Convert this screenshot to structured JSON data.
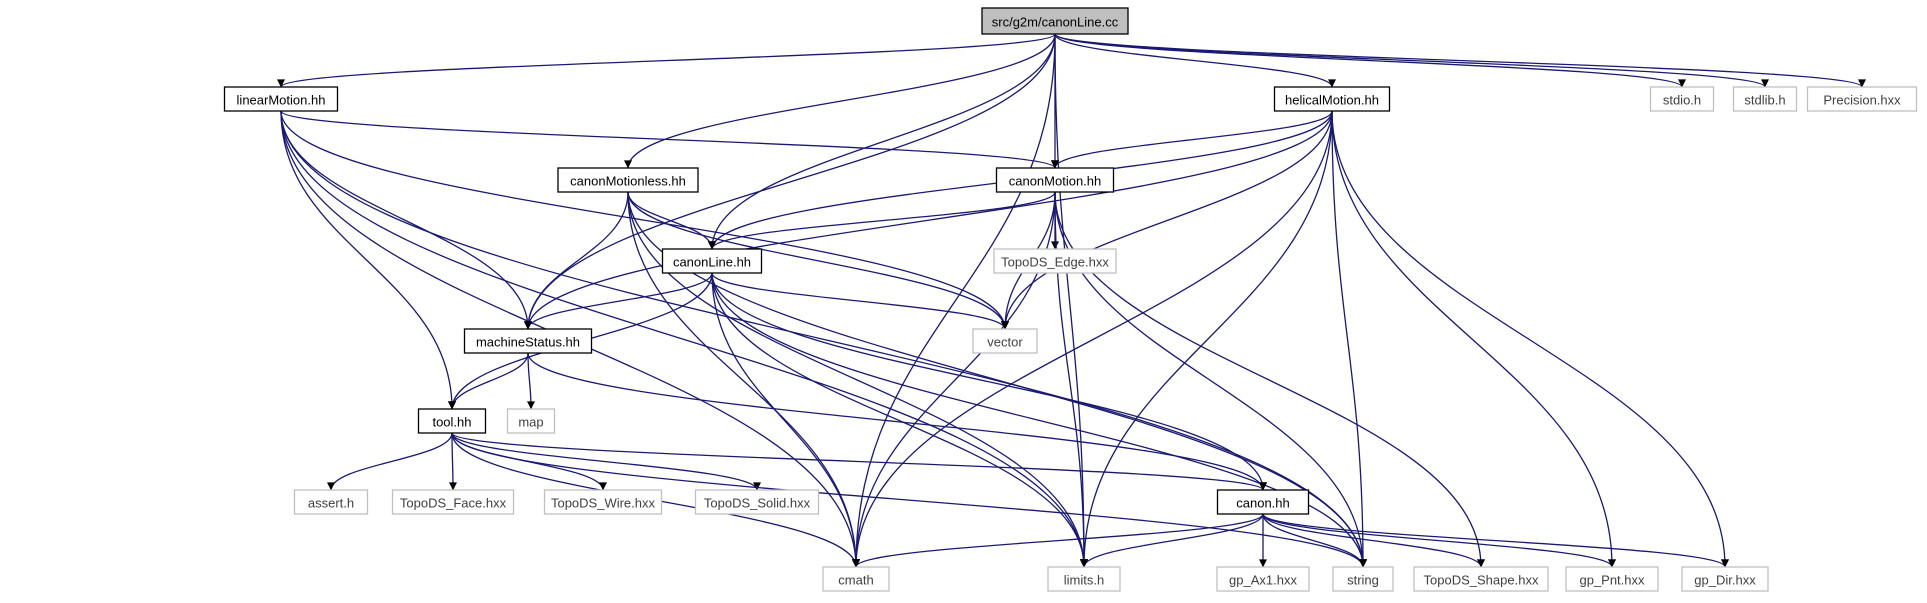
{
  "graph": {
    "colors": {
      "edge": "#191970",
      "root_fill": "#bfbfbf",
      "project_border": "#000000",
      "external_border": "#bfbfbf"
    },
    "nodes": [
      {
        "id": "root",
        "label": "src/g2m/canonLine.cc",
        "kind": "root"
      },
      {
        "id": "linearMotion",
        "label": "linearMotion.hh",
        "kind": "project"
      },
      {
        "id": "helicalMotion",
        "label": "helicalMotion.hh",
        "kind": "project"
      },
      {
        "id": "stdio",
        "label": "stdio.h",
        "kind": "external"
      },
      {
        "id": "stdlib",
        "label": "stdlib.h",
        "kind": "external"
      },
      {
        "id": "precision",
        "label": "Precision.hxx",
        "kind": "external"
      },
      {
        "id": "canonMotionless",
        "label": "canonMotionless.hh",
        "kind": "project"
      },
      {
        "id": "canonMotion",
        "label": "canonMotion.hh",
        "kind": "project"
      },
      {
        "id": "canonLine",
        "label": "canonLine.hh",
        "kind": "project"
      },
      {
        "id": "topoEdge",
        "label": "TopoDS_Edge.hxx",
        "kind": "external"
      },
      {
        "id": "machineStatus",
        "label": "machineStatus.hh",
        "kind": "project"
      },
      {
        "id": "vector",
        "label": "vector",
        "kind": "external"
      },
      {
        "id": "tool",
        "label": "tool.hh",
        "kind": "project"
      },
      {
        "id": "map",
        "label": "map",
        "kind": "external"
      },
      {
        "id": "assert",
        "label": "assert.h",
        "kind": "external"
      },
      {
        "id": "topoFace",
        "label": "TopoDS_Face.hxx",
        "kind": "external"
      },
      {
        "id": "topoWire",
        "label": "TopoDS_Wire.hxx",
        "kind": "external"
      },
      {
        "id": "topoSolid",
        "label": "TopoDS_Solid.hxx",
        "kind": "external"
      },
      {
        "id": "canon",
        "label": "canon.hh",
        "kind": "project"
      },
      {
        "id": "cmath",
        "label": "cmath",
        "kind": "external"
      },
      {
        "id": "limits",
        "label": "limits.h",
        "kind": "external"
      },
      {
        "id": "gpAx1",
        "label": "gp_Ax1.hxx",
        "kind": "external"
      },
      {
        "id": "string",
        "label": "string",
        "kind": "external"
      },
      {
        "id": "topoShape",
        "label": "TopoDS_Shape.hxx",
        "kind": "external"
      },
      {
        "id": "gpPnt",
        "label": "gp_Pnt.hxx",
        "kind": "external"
      },
      {
        "id": "gpDir",
        "label": "gp_Dir.hxx",
        "kind": "external"
      }
    ],
    "edges": [
      {
        "from": "root",
        "to": "linearMotion"
      },
      {
        "from": "root",
        "to": "helicalMotion"
      },
      {
        "from": "root",
        "to": "stdio"
      },
      {
        "from": "root",
        "to": "stdlib"
      },
      {
        "from": "root",
        "to": "precision"
      },
      {
        "from": "root",
        "to": "canonMotionless"
      },
      {
        "from": "root",
        "to": "canonMotion"
      },
      {
        "from": "root",
        "to": "canonLine"
      },
      {
        "from": "root",
        "to": "machineStatus"
      },
      {
        "from": "root",
        "to": "cmath"
      },
      {
        "from": "root",
        "to": "limits"
      },
      {
        "from": "linearMotion",
        "to": "canonMotion"
      },
      {
        "from": "linearMotion",
        "to": "machineStatus"
      },
      {
        "from": "linearMotion",
        "to": "vector"
      },
      {
        "from": "linearMotion",
        "to": "tool"
      },
      {
        "from": "linearMotion",
        "to": "cmath"
      },
      {
        "from": "linearMotion",
        "to": "limits"
      },
      {
        "from": "linearMotion",
        "to": "string"
      },
      {
        "from": "helicalMotion",
        "to": "canonMotion"
      },
      {
        "from": "helicalMotion",
        "to": "canonLine"
      },
      {
        "from": "helicalMotion",
        "to": "machineStatus"
      },
      {
        "from": "helicalMotion",
        "to": "vector"
      },
      {
        "from": "helicalMotion",
        "to": "cmath"
      },
      {
        "from": "helicalMotion",
        "to": "limits"
      },
      {
        "from": "helicalMotion",
        "to": "string"
      },
      {
        "from": "helicalMotion",
        "to": "gpPnt"
      },
      {
        "from": "helicalMotion",
        "to": "gpDir"
      },
      {
        "from": "canonMotionless",
        "to": "canonLine"
      },
      {
        "from": "canonMotionless",
        "to": "machineStatus"
      },
      {
        "from": "canonMotionless",
        "to": "vector"
      },
      {
        "from": "canonMotionless",
        "to": "cmath"
      },
      {
        "from": "canonMotionless",
        "to": "limits"
      },
      {
        "from": "canonMotionless",
        "to": "string"
      },
      {
        "from": "canonMotion",
        "to": "canonLine"
      },
      {
        "from": "canonMotion",
        "to": "topoEdge"
      },
      {
        "from": "canonMotion",
        "to": "vector"
      },
      {
        "from": "canonMotion",
        "to": "cmath"
      },
      {
        "from": "canonMotion",
        "to": "limits"
      },
      {
        "from": "canonMotion",
        "to": "string"
      },
      {
        "from": "canonMotion",
        "to": "topoShape"
      },
      {
        "from": "canonLine",
        "to": "machineStatus"
      },
      {
        "from": "canonLine",
        "to": "vector"
      },
      {
        "from": "canonLine",
        "to": "tool"
      },
      {
        "from": "canonLine",
        "to": "cmath"
      },
      {
        "from": "canonLine",
        "to": "limits"
      },
      {
        "from": "canonLine",
        "to": "string"
      },
      {
        "from": "canonLine",
        "to": "canon"
      },
      {
        "from": "machineStatus",
        "to": "tool"
      },
      {
        "from": "machineStatus",
        "to": "map"
      },
      {
        "from": "machineStatus",
        "to": "canon"
      },
      {
        "from": "tool",
        "to": "assert"
      },
      {
        "from": "tool",
        "to": "topoFace"
      },
      {
        "from": "tool",
        "to": "topoWire"
      },
      {
        "from": "tool",
        "to": "topoSolid"
      },
      {
        "from": "tool",
        "to": "canon"
      },
      {
        "from": "tool",
        "to": "cmath"
      },
      {
        "from": "tool",
        "to": "string"
      },
      {
        "from": "canon",
        "to": "cmath"
      },
      {
        "from": "canon",
        "to": "limits"
      },
      {
        "from": "canon",
        "to": "gpAx1"
      },
      {
        "from": "canon",
        "to": "string"
      },
      {
        "from": "canon",
        "to": "topoShape"
      },
      {
        "from": "canon",
        "to": "gpPnt"
      },
      {
        "from": "canon",
        "to": "gpDir"
      }
    ]
  }
}
